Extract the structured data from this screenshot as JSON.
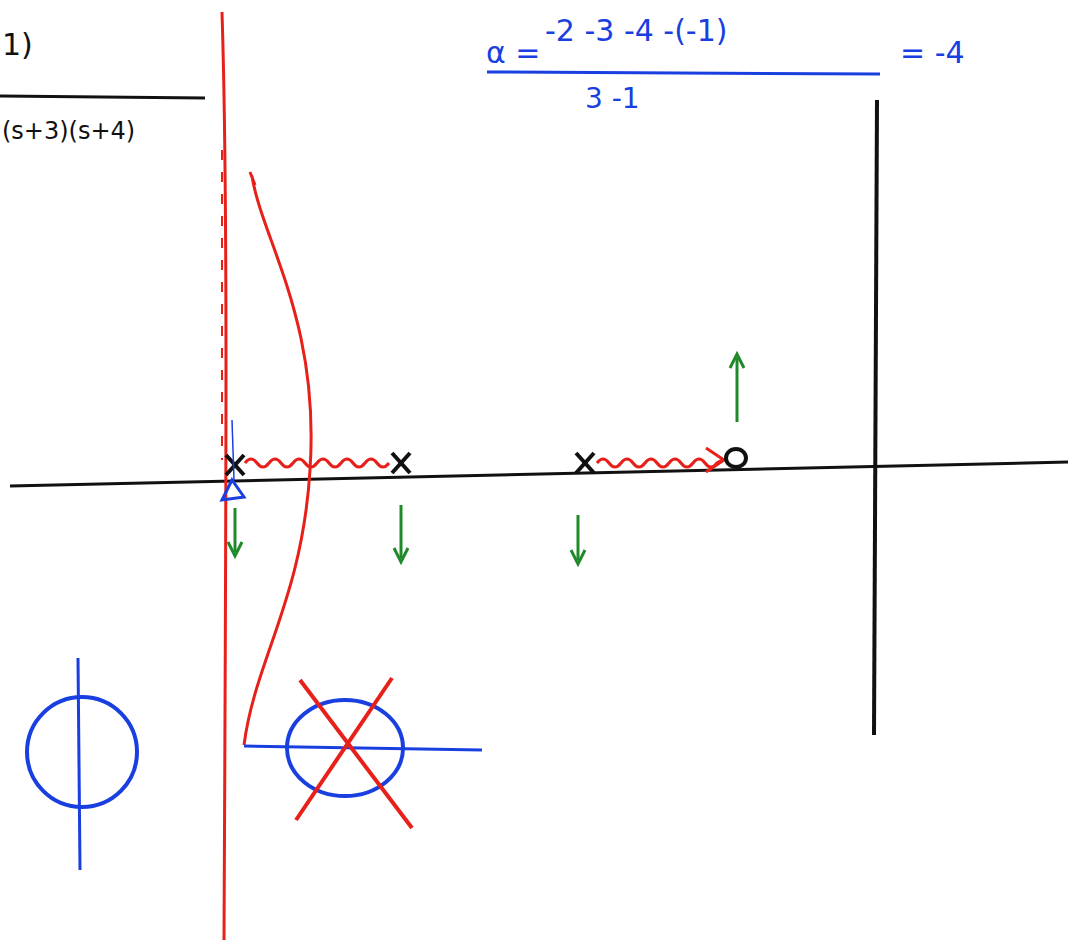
{
  "diagram": {
    "labels": [
      "1)",
      "(s+3)(s+4)",
      "α =",
      "-2 -3 -4 -(-1)",
      "3 -1",
      "= -4"
    ]
  }
}
